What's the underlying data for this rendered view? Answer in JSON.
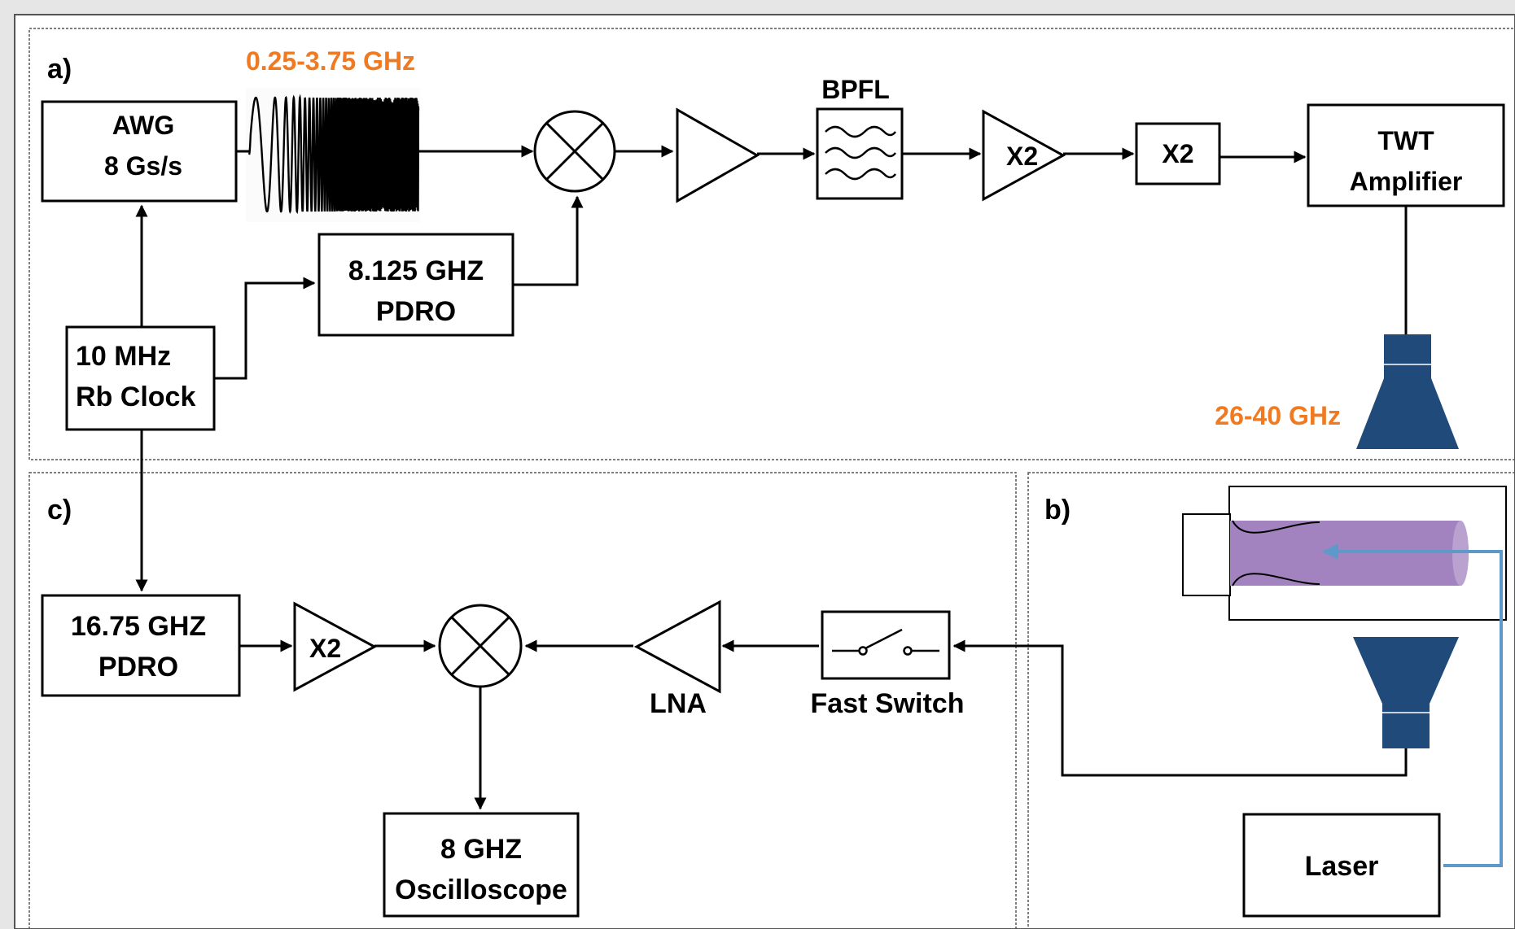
{
  "panels": {
    "a": "a)",
    "b": "b)",
    "c": "c)"
  },
  "awg": {
    "line1": "AWG",
    "line2": "8 Gs/s"
  },
  "chirp_band": "0.25-3.75 GHz",
  "pdro1": {
    "line1": "8.125 GHZ",
    "line2": "PDRO"
  },
  "clock": {
    "line1": "10 MHz",
    "line2": "Rb Clock"
  },
  "bpfl": "BPFL",
  "mult1": "X2",
  "mult2": "X2",
  "twt": {
    "line1": "TWT",
    "line2": "Amplifier"
  },
  "horn_band": "26-40 GHz",
  "pdro2": {
    "line1": "16.75 GHZ",
    "line2": "PDRO"
  },
  "mult3": "X2",
  "lna": "LNA",
  "fast_switch": "Fast Switch",
  "scope": {
    "line1": "8 GHZ",
    "line2": "Oscilloscope"
  },
  "laser": "Laser",
  "colors": {
    "accent_text": "#f07a22",
    "horn": "#1f4a7a",
    "laser_beam": "#5e99c9",
    "cell_fill": "#a283bf",
    "panel_bg": "#ffffff",
    "page_bg": "#e6e6e6"
  }
}
